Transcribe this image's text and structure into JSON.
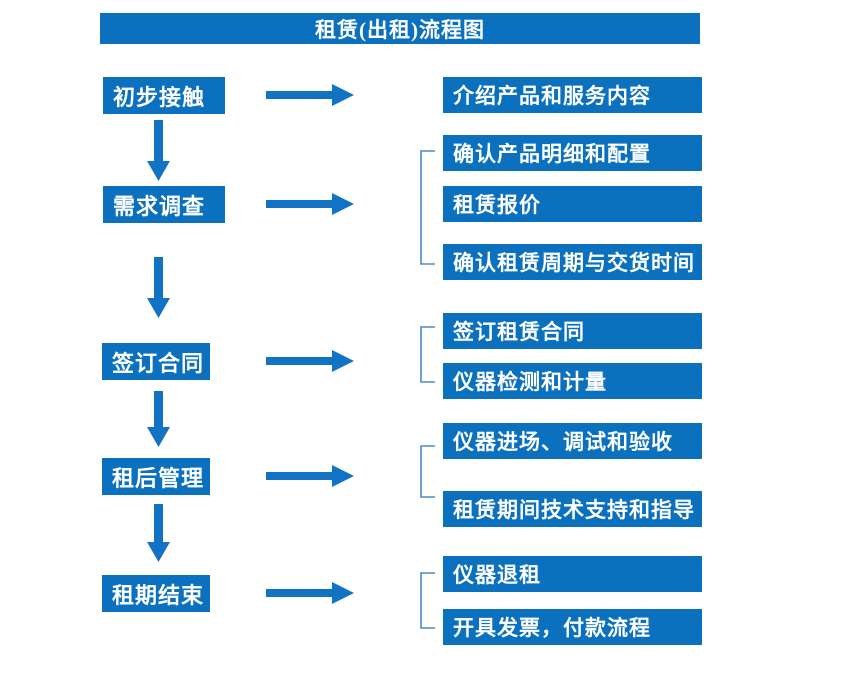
{
  "colors": {
    "primary": "#0b70bd",
    "arrow": "#1273c4",
    "bracket": "#4a8bc8",
    "textOnPrimary": "#ffffff",
    "pageBg": "#ffffff"
  },
  "flow": {
    "title": "租赁(出租)流程图",
    "stages": [
      {
        "label": "初步接触",
        "details": [
          "介绍产品和服务内容"
        ]
      },
      {
        "label": "需求调查",
        "details": [
          "确认产品明细和配置",
          "租赁报价",
          "确认租赁周期与交货时间"
        ]
      },
      {
        "label": "签订合同",
        "details": [
          "签订租赁合同",
          "仪器检测和计量"
        ]
      },
      {
        "label": "租后管理",
        "details": [
          "仪器进场、调试和验收",
          "租赁期间技术支持和指导"
        ]
      },
      {
        "label": "租期结束",
        "details": [
          "仪器退租",
          "开具发票，付款流程"
        ]
      }
    ]
  }
}
